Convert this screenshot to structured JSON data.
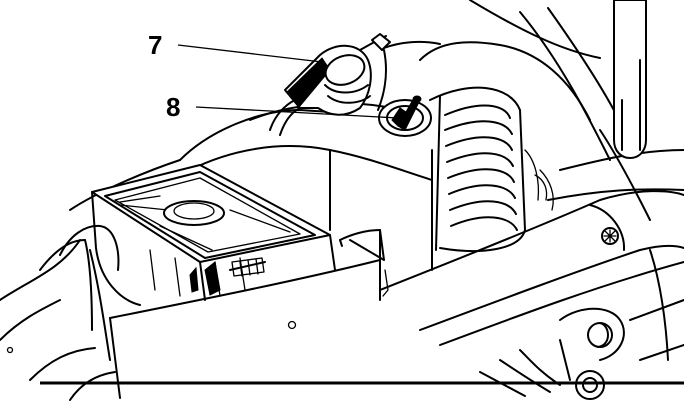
{
  "callouts": [
    {
      "id": "7",
      "label": "7"
    },
    {
      "id": "8",
      "label": "8"
    }
  ]
}
